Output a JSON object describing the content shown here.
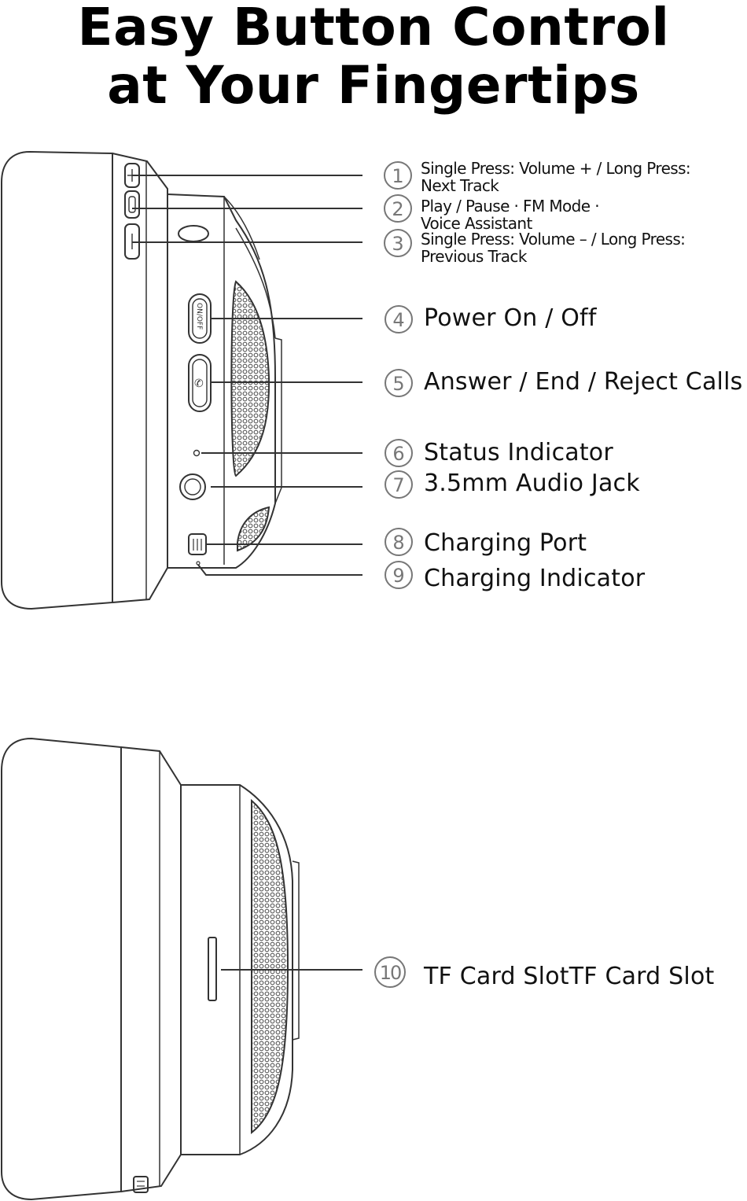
{
  "title": {
    "line1": "Easy Button Control",
    "line2": "at Your Fingertips"
  },
  "callouts": [
    {
      "number": "1",
      "line1": "Single Press: Volume + / Long Press:",
      "line2": "Next Track"
    },
    {
      "number": "2",
      "line1": "Play / Pause · FM Mode ·",
      "line2": "Voice Assistant"
    },
    {
      "number": "3",
      "line1": "Single Press: Volume – / Long Press:",
      "line2": "Previous Track"
    },
    {
      "number": "4",
      "line1": "Power On / Off"
    },
    {
      "number": "5",
      "line1": "Answer / End / Reject Calls"
    },
    {
      "number": "6",
      "line1": "Status Indicator"
    },
    {
      "number": "7",
      "line1": "3.5mm Audio Jack"
    },
    {
      "number": "8",
      "line1": "Charging Port"
    },
    {
      "number": "9",
      "line1": "Charging Indicator"
    },
    {
      "number": "10",
      "line1": "TF Card SlotTF Card Slot"
    }
  ],
  "device": {
    "power_button_text": "ON/OFF",
    "call_button_glyph": "✆"
  }
}
